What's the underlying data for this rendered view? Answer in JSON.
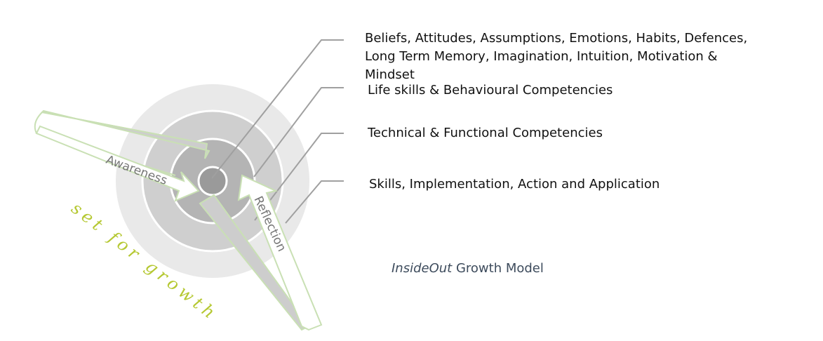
{
  "layers": [
    {
      "label": "Beliefs, Attitudes, Assumptions, Emotions, Habits, Defences, Long Term Memory, Imagination, Intuition, Motivation & Mindset"
    },
    {
      "label": "Life skills & Behavioural Competencies"
    },
    {
      "label": "Technical & Functional Competencies"
    },
    {
      "label": "Skills, Implementation, Action and Application"
    }
  ],
  "arrows": {
    "awareness": "Awareness",
    "reflection": "Reflection"
  },
  "tagline": "set for growth",
  "model_title": {
    "emphasis": "InsideOut",
    "rest": " Growth Model"
  },
  "colors": {
    "ring_outer": "#e9e9e9",
    "ring_2": "#cfcfcf",
    "ring_3": "#b4b4b4",
    "core": "#9a9a9a",
    "leader": "#a0a0a0",
    "green": "#c9e0b4",
    "tagline": "#b5c832"
  }
}
